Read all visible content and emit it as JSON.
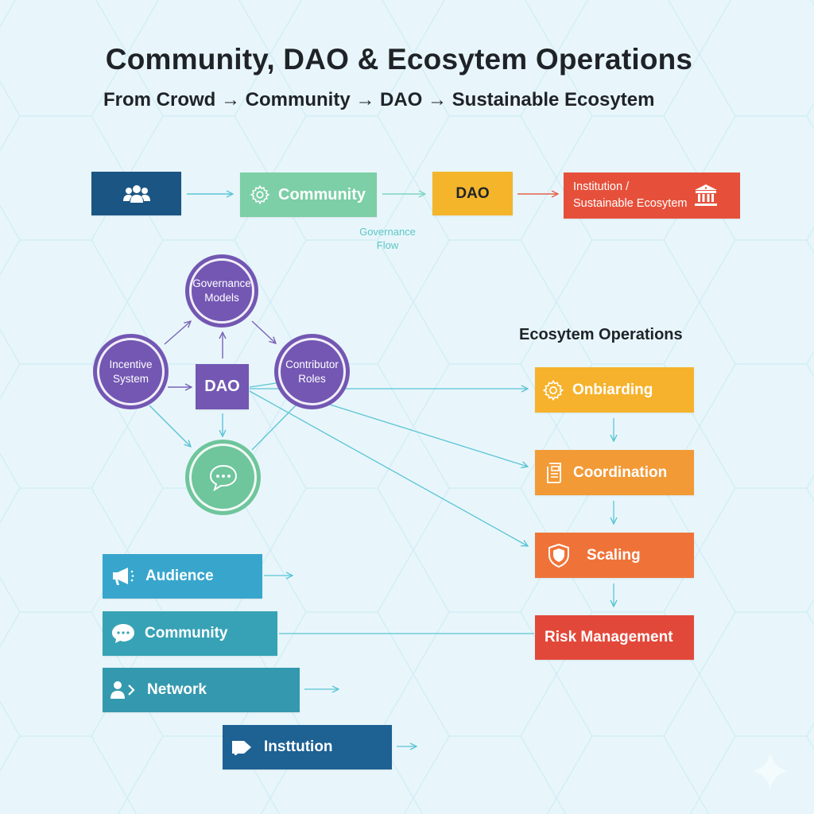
{
  "header": {
    "title": "Community, DAO & Ecosytem Operations",
    "subtitle": "From Crowd → Community → DAO → Sustainable Ecosytem"
  },
  "top_flow": {
    "steps": [
      {
        "label": "",
        "icon": "users-icon",
        "color": "#1b5583"
      },
      {
        "label": "Community",
        "icon": "gear-icon",
        "color": "#7ccfa6"
      },
      {
        "label": "DAO",
        "icon": "",
        "color": "#f4b52b"
      },
      {
        "label": "Institution /\nSustainable Ecosytem",
        "line1": "Institution /",
        "line2": "Sustainable Ecosytem",
        "icon": "bank-icon",
        "color": "#e6503b"
      }
    ],
    "annotation_line1": "Governance",
    "annotation_line2": "Flow"
  },
  "dao_cluster": {
    "center_label": "DAO",
    "nodes": [
      {
        "line1": "Governance",
        "line2": "Models"
      },
      {
        "line1": "Incentive",
        "line2": "System"
      },
      {
        "line1": "Contributor",
        "line2": "Roles"
      }
    ],
    "chat_node_icon": "chat-bubble-icon",
    "colors": {
      "purple": "#7357b3",
      "green": "#6fc59c",
      "link": "#5cc4d6"
    }
  },
  "ecosystem_operations": {
    "title": "Ecosytem Operations",
    "steps": [
      {
        "label": "Onbiarding",
        "icon": "gear-icon",
        "color": "#f6b22c"
      },
      {
        "label": "Coordination",
        "icon": "document-icon",
        "color": "#f29a36"
      },
      {
        "label": "Scaling",
        "icon": "shield-icon",
        "color": "#ef7338"
      },
      {
        "label": "Risk Management",
        "icon": "",
        "color": "#e2483a"
      }
    ]
  },
  "ladder": {
    "items": [
      {
        "label": "Audience",
        "icon": "megaphone-icon",
        "color": "#38a6cc"
      },
      {
        "label": "Community",
        "icon": "chat-bubble-icon",
        "color": "#37a2b5"
      },
      {
        "label": "Network",
        "icon": "user-connect-icon",
        "color": "#3499ae"
      },
      {
        "label": "Insttution",
        "icon": "tag-arrow-icon",
        "color": "#1e6193"
      }
    ]
  },
  "watermark_icon": "sparkle-icon"
}
